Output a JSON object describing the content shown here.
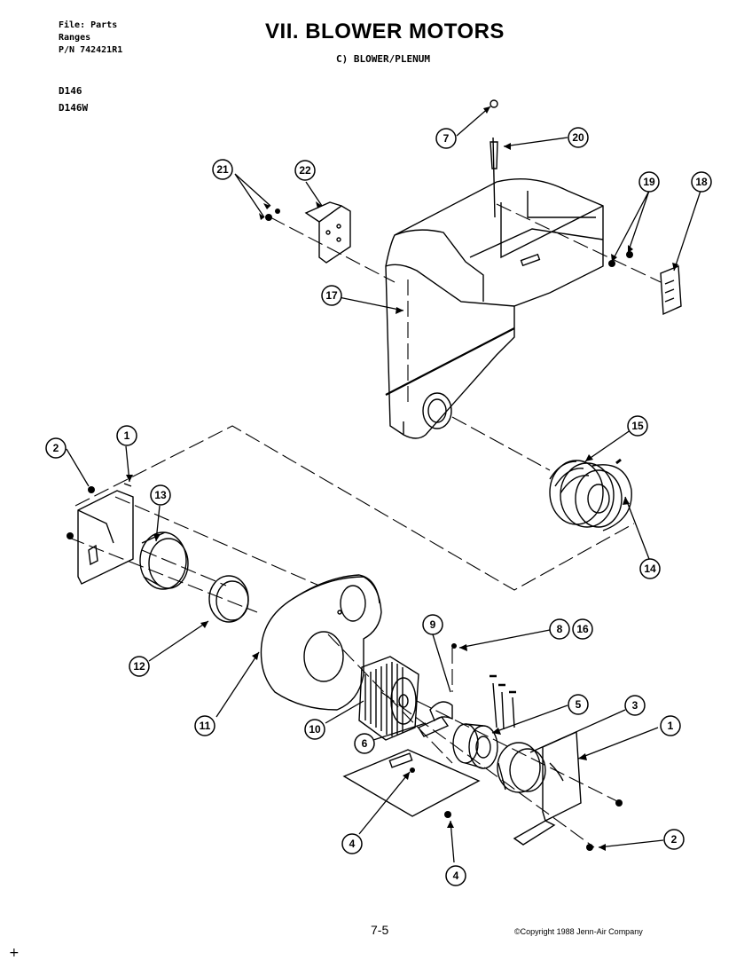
{
  "header": {
    "file_line": "File: Parts",
    "category_line": "Ranges",
    "part_number_line": "P/N 742421R1",
    "model_1": "D146",
    "model_2": "D146W",
    "title": "VII. BLOWER MOTORS",
    "subtitle": "C) BLOWER/PLENUM"
  },
  "callouts": [
    "1",
    "2",
    "3",
    "4",
    "5",
    "6",
    "7",
    "8",
    "9",
    "10",
    "11",
    "12",
    "13",
    "14",
    "15",
    "16",
    "17",
    "18",
    "19",
    "20",
    "21",
    "22"
  ],
  "footer": {
    "page_number": "7-5",
    "copyright": "©Copyright 1988 Jenn-Air Company",
    "mark": "+"
  }
}
